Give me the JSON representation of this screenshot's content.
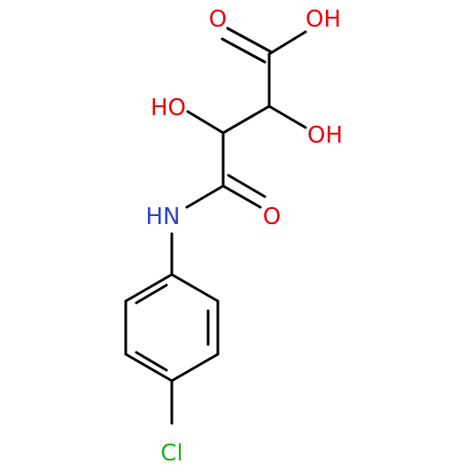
{
  "colors": {
    "bond": "#000000",
    "oxygen": "#e8000b",
    "nitrogen": "#2c3fc8",
    "chlorine": "#22b01f"
  },
  "labels": {
    "carboxyl_o": "O",
    "carboxyl_oh": "OH",
    "hydroxyl_left": "HO",
    "hydroxyl_right": "OH",
    "amide_o": "O",
    "amide_nh": "HN",
    "chlorine": "Cl"
  }
}
